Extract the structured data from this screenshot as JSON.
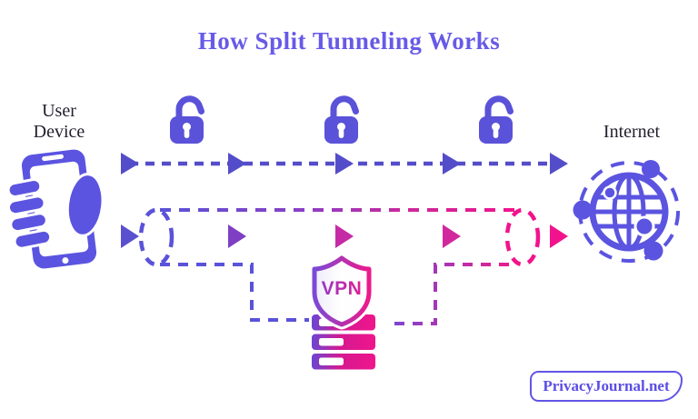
{
  "title": {
    "text": "How Split Tunneling Works",
    "color": "#675ae8"
  },
  "device": {
    "line1": "User",
    "line2": "Device",
    "icon": "hand-holding-phone-icon"
  },
  "internet": {
    "label": "Internet",
    "icon": "internet-globe-icon"
  },
  "vpn": {
    "label": "VPN",
    "shield_icon": "vpn-shield-icon",
    "server_icon": "server-stack-icon"
  },
  "brand": {
    "label": "PrivacyJournal.net"
  },
  "direct_path": {
    "arrow_count": 5,
    "padlock_count": 3,
    "padlock_icon": "open-padlock-icon",
    "line_color": "#544dc9",
    "arrow_color": "#544dc9"
  },
  "tunnel_path": {
    "arrow_count": 5,
    "arrow_colors": [
      "#5a50cf",
      "#7f3fc2",
      "#c62ba6",
      "#d1289e",
      "#f2138c"
    ],
    "entrance_color": "#5a52d9",
    "exit_color": "#f2138c"
  },
  "colors": {
    "purple_primary": "#5b54e0",
    "purple_dark": "#544dc9",
    "pink_accent": "#f2138c",
    "title_purple": "#675ae8",
    "text_dark": "#211f2e",
    "badge_border": "#6254e6",
    "background": "#ffffff"
  }
}
